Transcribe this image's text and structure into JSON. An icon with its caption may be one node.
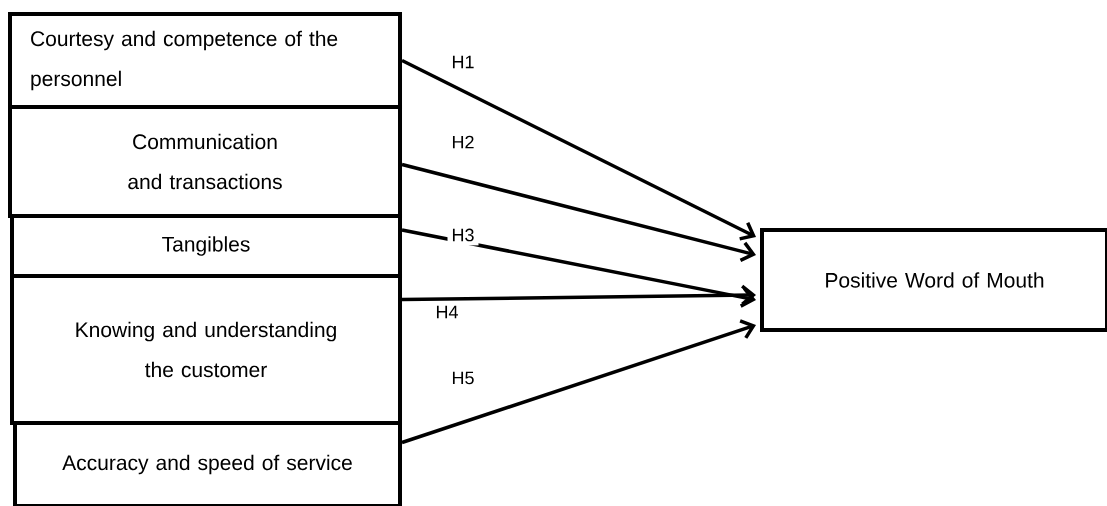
{
  "diagram": {
    "nodes": [
      {
        "text": [
          "Courtesy and competence of the personnel"
        ]
      },
      {
        "text": [
          "Communication and transactions"
        ]
      },
      {
        "text": [
          "Tangibles"
        ]
      },
      {
        "text": [
          "Knowing and understanding the customer"
        ]
      },
      {
        "text": [
          "Accuracy and speed of service"
        ]
      },
      {
        "text": [
          "Positive Word of Mouth"
        ]
      }
    ],
    "edges": [
      {
        "from": 0,
        "to": 5,
        "arrow": "to",
        "label": "H1"
      },
      {
        "from": 1,
        "to": 5,
        "arrow": "to",
        "label": "H2"
      },
      {
        "from": 2,
        "to": 5,
        "arrow": "to",
        "label": "H3"
      },
      {
        "from": 3,
        "to": 5,
        "arrow": "to",
        "label": "H4"
      },
      {
        "from": 4,
        "to": 5,
        "arrow": "to",
        "label": "H5"
      }
    ]
  }
}
